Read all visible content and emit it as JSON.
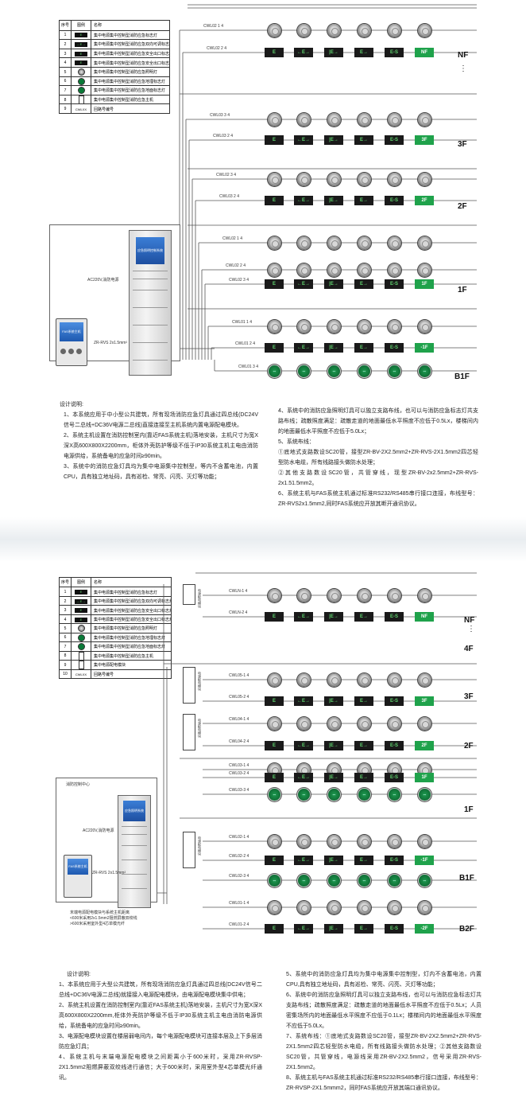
{
  "diagram1": {
    "legend_header": [
      "序号",
      "图例",
      "名称"
    ],
    "legend": [
      {
        "no": "1",
        "sym": "E",
        "name": "集中电源集中控制型消防应急标志灯"
      },
      {
        "no": "2",
        "sym": "←E→",
        "name": "集中电源集中控制型消防应急双向可调标志灯"
      },
      {
        "no": "3",
        "sym": "E",
        "name": "集中电源集中控制型消防应急安全出口标志灯"
      },
      {
        "no": "4",
        "sym": "E",
        "name": "集中电源集中控制型消防应急安全出口标志灯"
      },
      {
        "no": "5",
        "sym": "lamp",
        "name": "集中电源集中控制型消防应急照明灯"
      },
      {
        "no": "6",
        "sym": "green",
        "name": "集中电源集中控制型消防应急地埋标志灯"
      },
      {
        "no": "7",
        "sym": "green",
        "name": "集中电源集中控制型消防应急地面标志灯"
      },
      {
        "no": "8",
        "sym": "box",
        "name": "集中电源集中控制型消防应急主机"
      },
      {
        "no": "9",
        "sym": "CWLXX",
        "name": "回路号编号"
      }
    ],
    "signs": [
      "E",
      "←E→",
      "|E→",
      "E→",
      "E-S"
    ],
    "circuits": [
      {
        "label": "CWL02 1",
        "n": "4"
      },
      {
        "label": "CWL02 2",
        "n": "4"
      },
      {
        "label": "CWL03 3",
        "n": "4"
      },
      {
        "label": "CWL03 2",
        "n": "4"
      },
      {
        "label": "CWL02 3",
        "n": "4"
      },
      {
        "label": "CWL03 2",
        "n": "4"
      },
      {
        "label": "CWL02 1",
        "n": "4"
      },
      {
        "label": "CWL02 2",
        "n": "4"
      },
      {
        "label": "CWL02 3",
        "n": "4"
      },
      {
        "label": "CWL01 1",
        "n": "4"
      },
      {
        "label": "CWL01 2",
        "n": "4"
      },
      {
        "label": "CWL01 3",
        "n": "4"
      }
    ],
    "floors": [
      {
        "code": "NF",
        "badge": "NF"
      },
      {
        "code": "3F",
        "badge": "3F"
      },
      {
        "code": "2F",
        "badge": "2F"
      },
      {
        "code": "1F",
        "badge": "1F"
      },
      {
        "code": "B1F",
        "badge": "-1F"
      }
    ],
    "cabinet_screen": "应急照明控制系统",
    "fas_screen": "FAS系统主机",
    "power_label": "AC220V,消防电源",
    "link_label": "ZR-RVS 2x1.5mm²",
    "notes_title": "设计说明:",
    "notes_left": [
      "1、本系统应用于中小型公共建筑，所有现场消防应急灯具通过四总线(DC24V信号二总线+DC36V电源二总线)直接连接至主机系统内置电源配电模块。",
      "2、系统主机设置在消防控制室内(靠近FAS系统主机)落地安装，主机尺寸为宽X深X高600X800X2200mm，柜体外壳防护等级不低于IP30系统主机主电由消防电源供给，系统备电的应急时间≥90min。",
      "3、系统中的消防应急灯具均为集中电源集中控制型，等内不含蓄电池，内置CPU，具有独立地址码，具有巡检、常亮、闪亮、灭灯等功能；"
    ],
    "notes_right": [
      "4、系统中的消防应急照明灯具可以独立支路布线，也可以与消防应急标志灯共支路布线；疏散照度满足：疏散走道的地面最低水平照度不应低于0.5Lx，楼梯间内的地面最低水平照度不应低于5.0Lx；",
      "5、系统布线：",
      "①底地式支路数设SC20管，接型ZR-BV-2X2.5mm2+ZR-RVS-2X1.5mm2四芯轻型防水电缆，所有线路接头做防水处理；",
      "②其他支路数设SC20管，共管穿线，现型ZR-BV-2x2.5mm2+ZR-RVS-2x1.51.5mm2。",
      "6、系统主机与FAS系统主机通过标准RS232/RS485串行接口连接，布线型号：ZR-RVS2x1.5mm2,同时FAS系统应开放其断开通讯协议。"
    ]
  },
  "diagram2": {
    "legend_header": [
      "序号",
      "图例",
      "名称"
    ],
    "legend": [
      {
        "no": "1",
        "sym": "E",
        "name": "集中电源集中控制型消防应急标志灯"
      },
      {
        "no": "2",
        "sym": "←E→",
        "name": "集中电源集中控制型消防应急双向可调标志灯"
      },
      {
        "no": "3",
        "sym": "E",
        "name": "集中电源集中控制型消防应急安全出口标志灯"
      },
      {
        "no": "4",
        "sym": "E",
        "name": "集中电源集中控制型消防应急安全出口标志灯"
      },
      {
        "no": "5",
        "sym": "lamp",
        "name": "集中电源集中控制型消防应急照明灯"
      },
      {
        "no": "6",
        "sym": "green",
        "name": "集中电源集中控制型消防应急地埋标志灯"
      },
      {
        "no": "7",
        "sym": "green",
        "name": "集中电源集中控制型消防应急地面标志灯"
      },
      {
        "no": "8",
        "sym": "box",
        "name": "集中电源集中控制型消防应急主机"
      },
      {
        "no": "9",
        "sym": "box",
        "name": "集中电源配电模块"
      },
      {
        "no": "10",
        "sym": "CWLXX",
        "name": "回路号编号"
      }
    ],
    "module_label": "电源配电模块",
    "circuits": [
      {
        "label": "CWLN-1",
        "n": "4"
      },
      {
        "label": "CWLN-2",
        "n": "4"
      },
      {
        "label": "CWL05-1",
        "n": "4"
      },
      {
        "label": "CWL05-2",
        "n": "4"
      },
      {
        "label": "CWL04-1",
        "n": "4"
      },
      {
        "label": "CWL04-2",
        "n": "4"
      },
      {
        "label": "CWL03-1",
        "n": "4"
      },
      {
        "label": "CWL03-2",
        "n": "4"
      },
      {
        "label": "CWL03-3",
        "n": "4"
      },
      {
        "label": "CWL02-1",
        "n": "4"
      },
      {
        "label": "CWL02-2",
        "n": "4"
      },
      {
        "label": "CWL02-3",
        "n": "4"
      },
      {
        "label": "CWL01-1",
        "n": "4"
      },
      {
        "label": "CWL01-2",
        "n": "4"
      }
    ],
    "floors": [
      {
        "code": "NF",
        "badge": "NF"
      },
      {
        "code": "4F",
        "badge": ""
      },
      {
        "code": "3F",
        "badge": "3F"
      },
      {
        "code": "2F",
        "badge": "2F"
      },
      {
        "code": "1F",
        "badge": "1F"
      },
      {
        "code": "B1F",
        "badge": "-1F"
      },
      {
        "code": "B2F",
        "badge": "-2F"
      }
    ],
    "control_room": "消防控制中心",
    "cabinet_screen": "应急照明系统",
    "fas_screen": "FAS系统主机",
    "power_label": "AC220V,消防电源",
    "link_label": "ZR-RVS 2x1.5mm²",
    "distance_note": "末端电源配电模块与系统主机距离\n<600米采用2x1.5mm2阻燃屏蔽双绞线\n>600米采用室外型4芯单模光纤",
    "notes_title": "设计说明:",
    "notes_left": [
      "1、本系统应用于大型公共建筑，所有现场消防应急灯具通过四总线(DC24V信号二总线+DC36V电源二总线)就接接入电源配电模块，由电源配电模块集中供电；",
      "2、系统主机设置在消防控制室内(靠近FAS系统主机)落地安装，主机尺寸为宽X深X高600X800X2200mm,柜体外壳防护等级不低于IP30系统主机主电由消防电源供给，系统备电的应急时间≥90min。",
      "3、电源配电模块设置在楼层弱电间内，每个电源配电模块可连接本层及上下多层消防应急灯具；",
      "4、系统主机与末端电源配电模块之间距离小于600米时，采用ZR-RVSP-2X1.5mm2阻燃屏蔽双绞线进行通信；大于600米时，采用室外型4芯单模光纤通讯。"
    ],
    "notes_right": [
      "5、系统中的消防应急灯具均为集中电源集中控制型，灯内不含蓄电池，内置CPU,具有独立地址码，具有巡检、常亮、闪亮、灭灯等功能；",
      "6、系统中的消防应急照明灯具可以独立支路布线，也可以与消防应急标志灯共支路布线；疏散照度满足：疏散走道的地面最低水平照度不应低于0.5Lx；人员密集场所内的地面最低水平照度不应低于0.1Lx；楼梯间内的地面最低水平照度不应低于5.0Lx。",
      "7、系统布线：①底地式支路数设SC20管，接型ZR-BV-2X2.5mm2+ZR-RVS-2X1.5mm2四芯轻型防水电缆，所有线路接头做防水处理；②其他支路数设SC20管，共管穿线，电源线采用ZR-BV-2X2.5mm2，信号采用ZR-RVS-2X1.5mm2。",
      "8、系统主机与FAS系统主机通过标准RS232/RS485串行接口连接，布线型号：ZR-RVSP-2X1.5mmm2，同时FAS系统应开放其端口通讯协议。"
    ]
  }
}
